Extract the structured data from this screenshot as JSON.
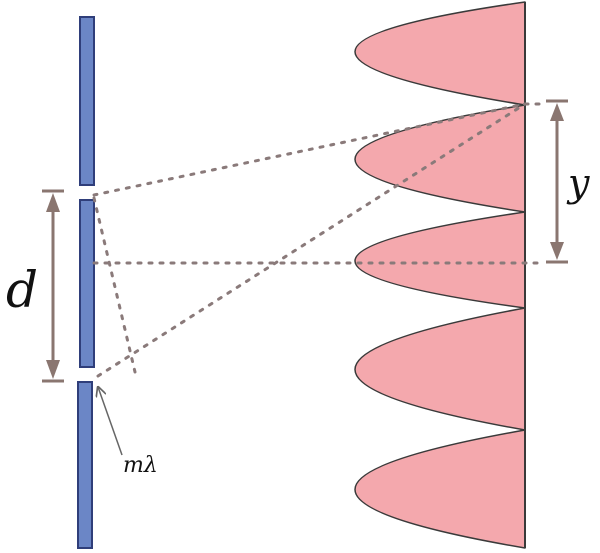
{
  "labels": {
    "slit_spacing": "d",
    "fringe_distance": "y",
    "path_difference": "mλ"
  },
  "colors": {
    "slit_fill": "#6b86c6",
    "slit_stroke": "#2f3e7a",
    "intensity_fill": "#f4a8ad",
    "intensity_stroke": "#3a3a3a",
    "dotted_line": "#8a7a7a",
    "dimension_arrow": "#8a7670",
    "label": "#111111"
  }
}
